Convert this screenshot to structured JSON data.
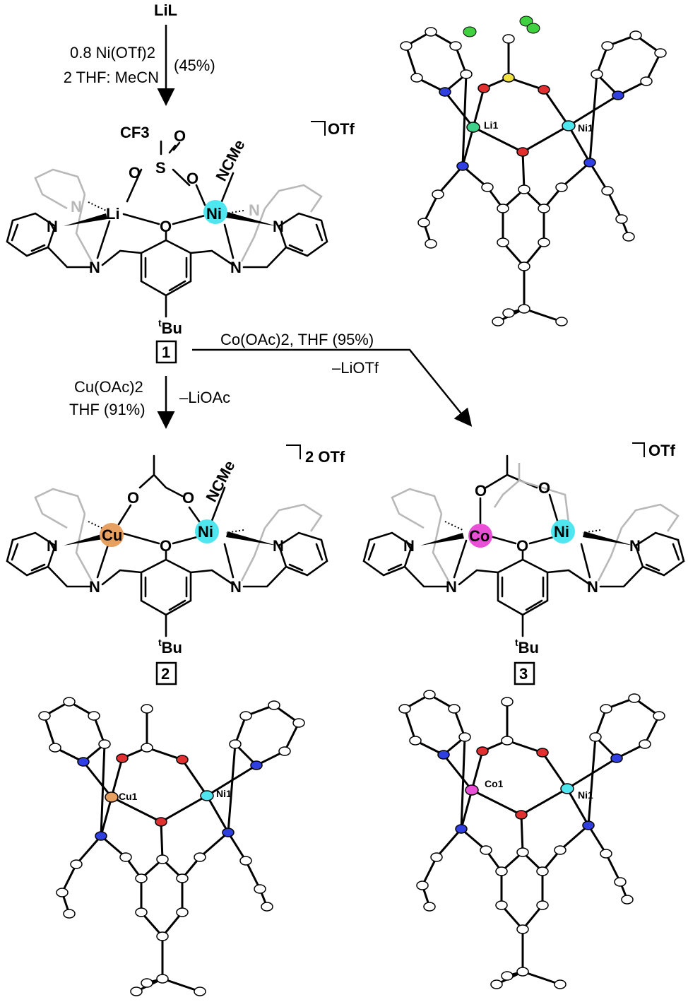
{
  "reagents": {
    "start": "LiL",
    "step1_reagent": "0.8 Ni(OTf)2",
    "step1_solvent": "2 THF: MeCN",
    "step1_yield": "(45%)",
    "step2_reagent": "Cu(OAc)2",
    "step2_solvent": "THF (91%)",
    "step2_byproduct": "–LiOAc",
    "step3_reagent": "Co(OAc)2, THF (95%)",
    "step3_byproduct": "–LiOTf"
  },
  "complex1": {
    "number": "1",
    "counterion": "OTf",
    "metal_left": "Li",
    "metal_right": "Ni",
    "bridge_group": "CF3",
    "sulfur": "S",
    "oxygen": "O",
    "ligand": "NCMe",
    "nitrogen": "N",
    "tbu": "Bu",
    "tbu_sup": "t"
  },
  "complex2": {
    "number": "2",
    "counterion": "2 OTf",
    "metal_left": "Cu",
    "metal_right": "Ni",
    "oxygen": "O",
    "ligand": "NCMe",
    "nitrogen": "N",
    "tbu": "Bu",
    "tbu_sup": "t"
  },
  "complex3": {
    "number": "3",
    "counterion": "OTf",
    "metal_left": "Co",
    "metal_right": "Ni",
    "oxygen": "O",
    "nitrogen": "N",
    "tbu": "Bu",
    "tbu_sup": "t"
  },
  "crystal_labels": {
    "xtal1_left": "Li1",
    "xtal1_right": "Ni1",
    "xtal2_left": "Cu1",
    "xtal2_right": "Ni1",
    "xtal3_left": "Co1",
    "xtal3_right": "Ni1"
  },
  "colors": {
    "Li": "#3fd08a",
    "Ni": "#4fe6f0",
    "Cu": "#e8a060",
    "Co": "#ea4fd8",
    "O": "#e03030",
    "N": "#3040e0",
    "S": "#f0e040",
    "F": "#40d040"
  }
}
